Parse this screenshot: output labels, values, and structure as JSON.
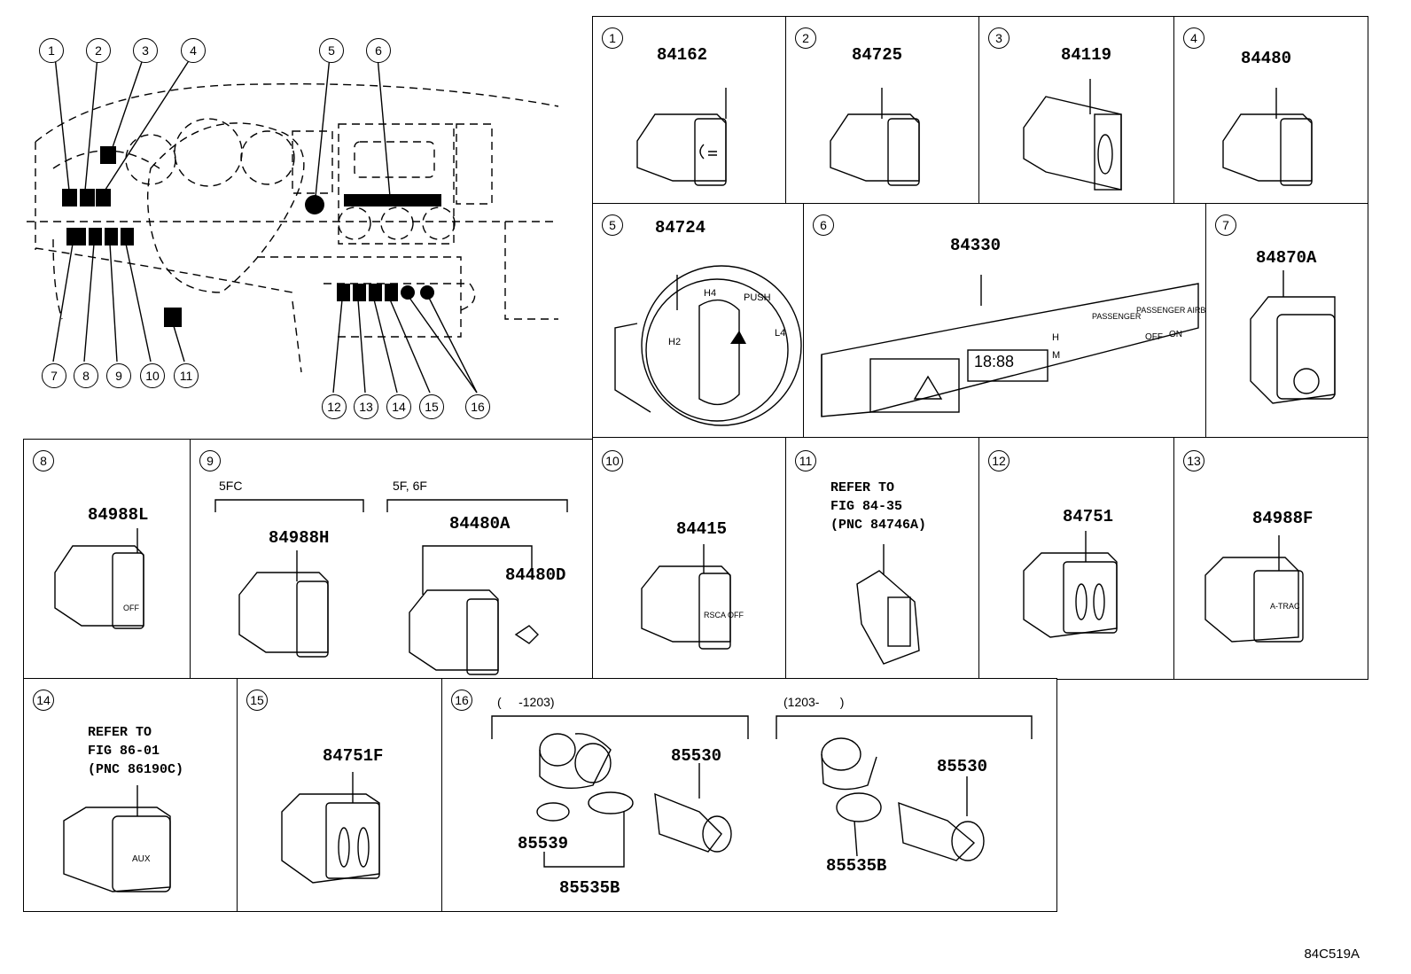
{
  "overview": {
    "callouts": [
      "1",
      "2",
      "3",
      "4",
      "5",
      "6",
      "7",
      "8",
      "9",
      "10",
      "11",
      "12",
      "13",
      "14",
      "15",
      "16"
    ]
  },
  "panels": [
    {
      "num": "1",
      "parts": [
        "84162"
      ]
    },
    {
      "num": "2",
      "parts": [
        "84725"
      ]
    },
    {
      "num": "3",
      "parts": [
        "84119"
      ]
    },
    {
      "num": "4",
      "parts": [
        "84480"
      ]
    },
    {
      "num": "5",
      "parts": [
        "84724"
      ],
      "labels": [
        "H4",
        "PUSH",
        "H2",
        "L4"
      ]
    },
    {
      "num": "6",
      "parts": [
        "84330"
      ],
      "labels": [
        "PASSENGER",
        "PASSENGER AIRBAG",
        "H",
        "M",
        "OFF",
        "ON",
        "18:88"
      ]
    },
    {
      "num": "7",
      "parts": [
        "84870A"
      ]
    },
    {
      "num": "8",
      "parts": [
        "84988L"
      ],
      "labels": [
        "OFF"
      ]
    },
    {
      "num": "9",
      "variants": [
        "5FC",
        "5F, 6F"
      ],
      "parts": [
        "84988H",
        "84480A",
        "84480D"
      ]
    },
    {
      "num": "10",
      "parts": [
        "84415"
      ],
      "labels": [
        "RSCA OFF"
      ]
    },
    {
      "num": "11",
      "ref": [
        "REFER TO",
        "FIG 84-35",
        "(PNC 84746A)"
      ]
    },
    {
      "num": "12",
      "parts": [
        "84751"
      ]
    },
    {
      "num": "13",
      "parts": [
        "84988F"
      ],
      "labels": [
        "A-TRAC"
      ]
    },
    {
      "num": "14",
      "ref": [
        "REFER TO",
        "FIG 86-01",
        "(PNC 86190C)"
      ],
      "labels": [
        "AUX"
      ]
    },
    {
      "num": "15",
      "parts": [
        "84751F"
      ]
    },
    {
      "num": "16",
      "variants": [
        "(     -1203)",
        "(1203-      )"
      ],
      "parts": [
        "85530",
        "85539",
        "85535B",
        "85530",
        "85535B"
      ]
    }
  ],
  "diagram_code": "84C519A"
}
